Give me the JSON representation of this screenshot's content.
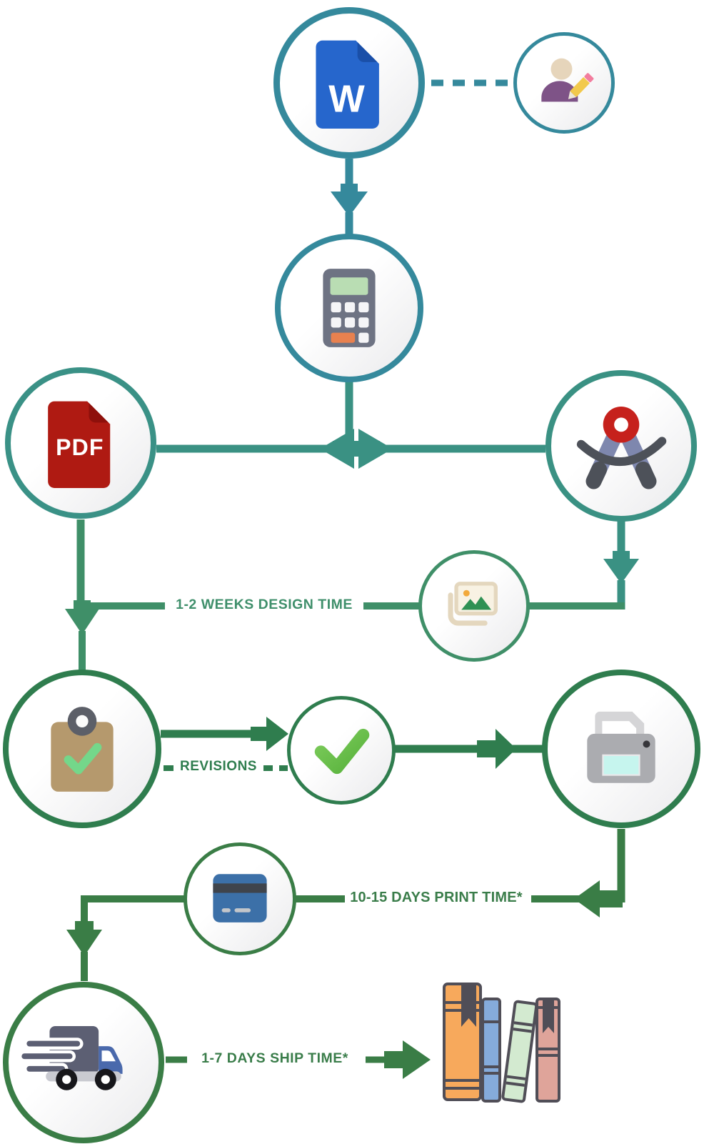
{
  "palette": {
    "teal": "#35899C",
    "teal_green": "#3A9183",
    "design_green": "#3F8F68",
    "green": "#2F7D4E",
    "dark_green": "#3A7D46",
    "word_blue": "#2666CC",
    "pdf_red": "#AF1A12",
    "book_orange": "#F7A95C",
    "book_blue": "#85ABDB",
    "book_green": "#D3EAD0",
    "book_pink": "#DFA49A"
  },
  "labels": {
    "design_time": "1-2 WEEKS DESIGN TIME",
    "revisions": "REVISIONS",
    "print_time": "10-15 DAYS PRINT TIME*",
    "ship_time": "1-7 DAYS SHIP TIME*"
  },
  "icon_texts": {
    "word_letter": "W",
    "pdf_label": "PDF"
  },
  "nodes": [
    {
      "id": "manuscript",
      "icon": "word-document-icon"
    },
    {
      "id": "author",
      "icon": "author-pencil-icon"
    },
    {
      "id": "quote",
      "icon": "calculator-icon"
    },
    {
      "id": "pdf-proof",
      "icon": "pdf-file-icon"
    },
    {
      "id": "design",
      "icon": "drafting-compass-icon"
    },
    {
      "id": "images",
      "icon": "photos-icon"
    },
    {
      "id": "review",
      "icon": "clipboard-check-icon"
    },
    {
      "id": "approval",
      "icon": "checkmark-icon"
    },
    {
      "id": "printing",
      "icon": "printer-icon"
    },
    {
      "id": "payment",
      "icon": "credit-card-icon"
    },
    {
      "id": "shipping",
      "icon": "delivery-truck-icon"
    },
    {
      "id": "finished-books",
      "icon": "books-icon"
    }
  ]
}
